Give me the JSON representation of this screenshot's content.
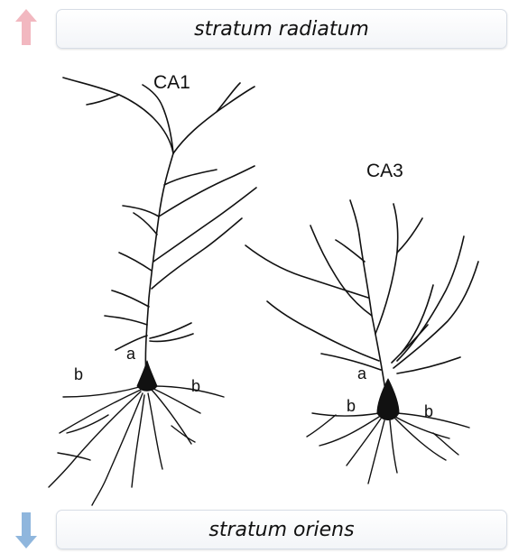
{
  "layers": {
    "top": "stratum radiatum",
    "bottom": "stratum oriens"
  },
  "neurons": {
    "ca1": {
      "title": "CA1",
      "apical_label": "a",
      "basal_left_label": "b",
      "basal_right_label": "b"
    },
    "ca3": {
      "title": "CA3",
      "apical_label": "a",
      "basal_left_label": "b",
      "basal_right_label": "b"
    }
  },
  "colors": {
    "up_arrow": "#f2b8c0",
    "down_arrow": "#8fb6dd",
    "dendrite": "#111111"
  }
}
